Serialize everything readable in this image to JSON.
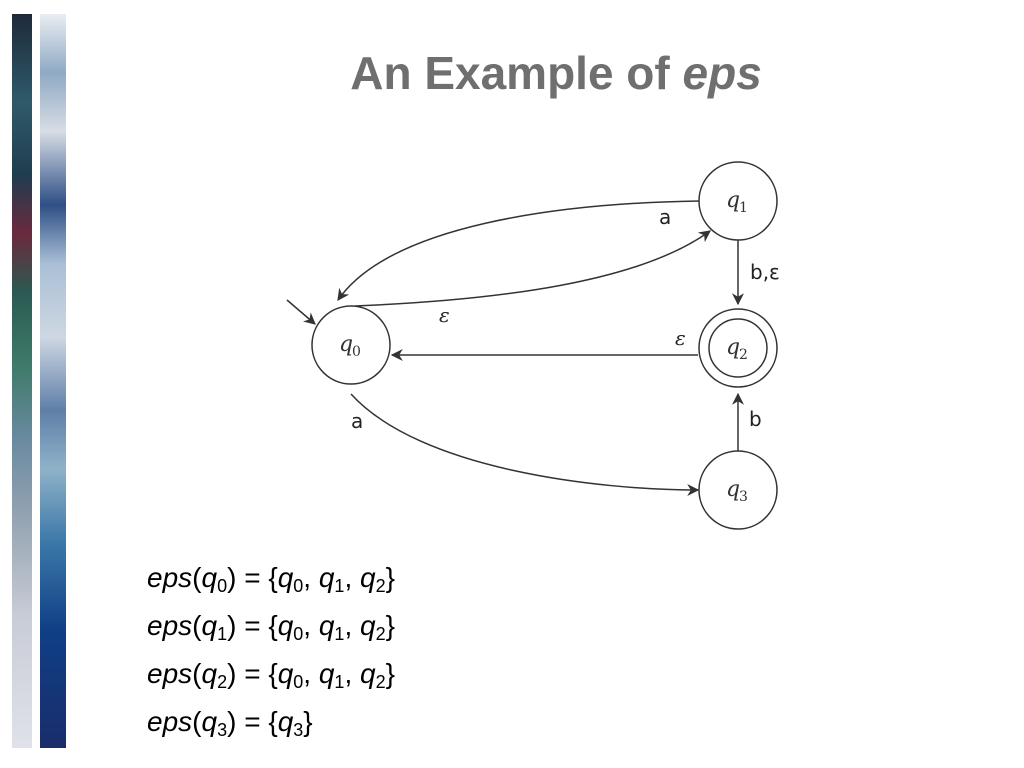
{
  "title": {
    "main": "An Example of",
    "emph": "eps"
  },
  "diagram": {
    "states": [
      {
        "id": "q0",
        "base": "q",
        "sub": "0",
        "start": true,
        "accept": false
      },
      {
        "id": "q1",
        "base": "q",
        "sub": "1",
        "start": false,
        "accept": false
      },
      {
        "id": "q2",
        "base": "q",
        "sub": "2",
        "start": false,
        "accept": true
      },
      {
        "id": "q3",
        "base": "q",
        "sub": "3",
        "start": false,
        "accept": false
      }
    ],
    "transitions": [
      {
        "from": "q1",
        "to": "q0",
        "label": "a"
      },
      {
        "from": "q0",
        "to": "q1",
        "label": "ε"
      },
      {
        "from": "q1",
        "to": "q2",
        "label": "b,ε"
      },
      {
        "from": "q2",
        "to": "q0",
        "label": "ε"
      },
      {
        "from": "q0",
        "to": "q3",
        "label": "a"
      },
      {
        "from": "q3",
        "to": "q2",
        "label": "b"
      }
    ]
  },
  "equations": [
    {
      "fn": "eps",
      "arg": {
        "base": "q",
        "sub": "0"
      },
      "eq": "=",
      "set": [
        {
          "base": "q",
          "sub": "0"
        },
        {
          "base": "q",
          "sub": "1"
        },
        {
          "base": "q",
          "sub": "2"
        }
      ]
    },
    {
      "fn": "eps",
      "arg": {
        "base": "q",
        "sub": "1"
      },
      "eq": "=",
      "set": [
        {
          "base": "q",
          "sub": "0"
        },
        {
          "base": "q",
          "sub": "1"
        },
        {
          "base": "q",
          "sub": "2"
        }
      ]
    },
    {
      "fn": "eps",
      "arg": {
        "base": "q",
        "sub": "2"
      },
      "eq": "=",
      "set": [
        {
          "base": "q",
          "sub": "0"
        },
        {
          "base": "q",
          "sub": "1"
        },
        {
          "base": "q",
          "sub": "2"
        }
      ]
    },
    {
      "fn": "eps",
      "arg": {
        "base": "q",
        "sub": "3"
      },
      "eq": "=",
      "set": [
        {
          "base": "q",
          "sub": "3"
        }
      ]
    }
  ]
}
